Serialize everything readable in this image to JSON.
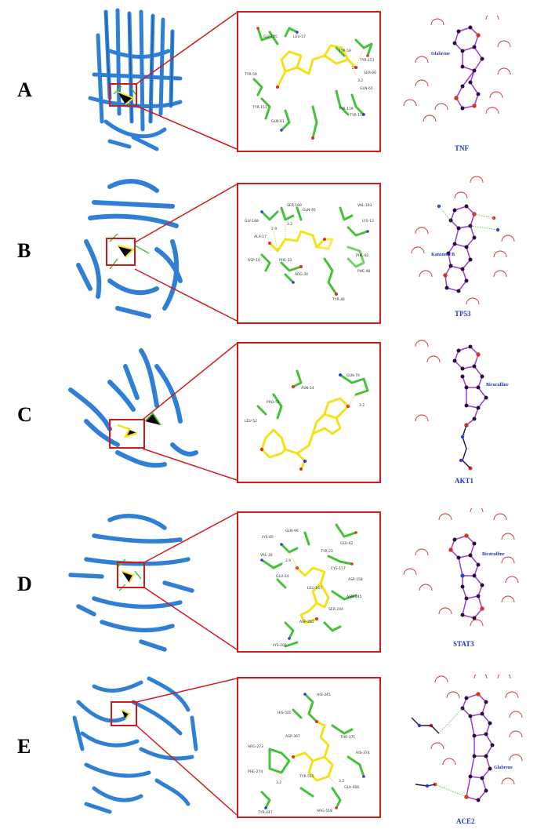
{
  "colors": {
    "protein": "#2f7fd6",
    "ligand": "#f2e21a",
    "residue": "#46c23a",
    "oxygen": "#e03020",
    "nitrogen": "#2a3fd8",
    "box": "#d11a1a",
    "hbond": "#e6c200",
    "ligplot_atom": "#2a0f3e",
    "ligplot_bond": "#9b3bd6",
    "arc": "#d02a2a",
    "label_blue": "#2233cc"
  },
  "panels": [
    {
      "letter": "A",
      "target": "TNF",
      "ligand": "Glabrene",
      "residues": [
        "GLY-155",
        "LEU-57",
        "TYR-59",
        "TYR-59",
        "TYR-151",
        "SER-60",
        "GLN-61",
        "TYR-119",
        "TYR-119",
        "TYR-151",
        "GLN-61"
      ],
      "distances": [
        "3.2",
        "2.9"
      ]
    },
    {
      "letter": "B",
      "target": "TP53",
      "ligand": "Kanzonol B",
      "residues": [
        "SER-189",
        "GLN-95",
        "GLY-188",
        "VAL-193",
        "LYS-13",
        "ALA-17",
        "ASP-10",
        "PHE-33",
        "ARG-34",
        "PHE-92",
        "PHE-48",
        "TYR-46"
      ],
      "distances": [
        "2.9",
        "3.2"
      ]
    },
    {
      "letter": "C",
      "target": "AKT1",
      "ligand": "Bicuculline",
      "residues": [
        "ASN-54",
        "PRO-51",
        "LEU-52",
        "GLN-79"
      ],
      "distances": [
        "3.2"
      ]
    },
    {
      "letter": "D",
      "target": "STAT3",
      "ligand": "Bicuculline",
      "residues": [
        "LYS-85",
        "GLN-96",
        "GLU-62",
        "VAL-30",
        "TYR-23",
        "CYS-157",
        "GLU-24",
        "ASP-158",
        "LEU-167",
        "ASN-245",
        "SER-244",
        "ASP-282",
        "LYS-205"
      ],
      "distances": [
        "2.9"
      ]
    },
    {
      "letter": "E",
      "target": "ACE2",
      "ligand": "Glabrene",
      "residues": [
        "HIS-345",
        "HIS-505",
        "ASP-367",
        "THR-371",
        "ARG-273",
        "HIS-374",
        "PHE-274",
        "TYR-515",
        "GLU-406",
        "TYR-447",
        "ARG-518"
      ],
      "distances": [
        "3.2",
        "3.2"
      ]
    }
  ]
}
